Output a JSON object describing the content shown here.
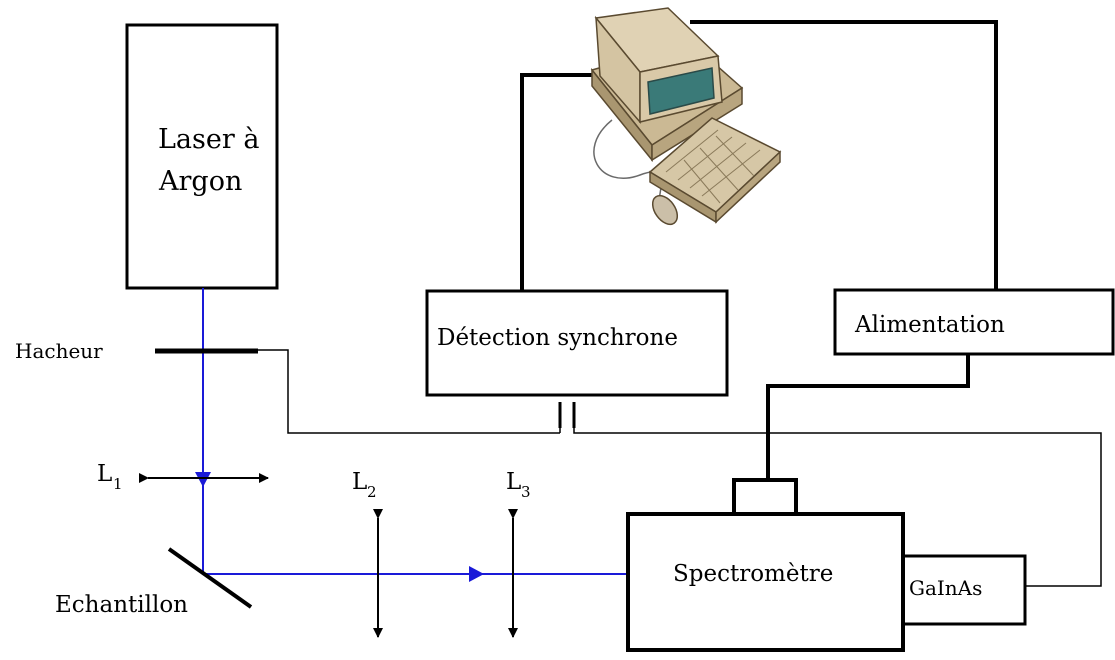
{
  "labels": {
    "laser_line1": "Laser à",
    "laser_line2": "Argon",
    "chopper": "Hacheur",
    "lens1": "L",
    "lens1_sub": "1",
    "lens2": "L",
    "lens2_sub": "2",
    "lens3": "L",
    "lens3_sub": "3",
    "sample": "Echantillon",
    "lockin": "Détection synchrone",
    "power_supply": "Alimentation",
    "spectrometer": "Spectromètre",
    "detector": "GaInAs"
  },
  "colors": {
    "beam": "#1a1ad8",
    "line": "#000000",
    "computer_body": "#d9c9a8",
    "computer_screen": "#3a7a78"
  },
  "icons": {
    "computer": "computer-icon"
  }
}
